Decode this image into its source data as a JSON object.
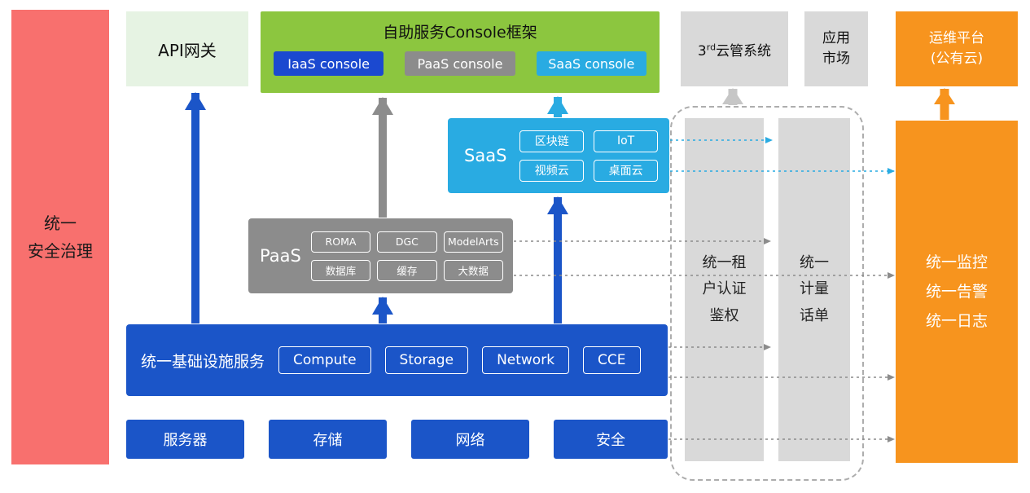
{
  "colors": {
    "security_red": "#F8706E",
    "api_gateway_green": "#E6F3E3",
    "console_green": "#8CC63F",
    "primary_blue": "#1B55C8",
    "iaas_button_blue": "#1B49D0",
    "saas_blue": "#29ABE2",
    "paas_gray": "#8C8C8C",
    "panel_gray": "#D9D9D9",
    "ops_orange": "#F7941E"
  },
  "security_bar": {
    "label": "统一\n安全治理"
  },
  "api_gateway": {
    "label": "API网关"
  },
  "console_framework": {
    "title": "自助服务Console框架",
    "consoles": [
      {
        "label": "IaaS console"
      },
      {
        "label": "PaaS console"
      },
      {
        "label": "SaaS console"
      }
    ]
  },
  "third_party_cloud": {
    "prefix": "3",
    "sup": "rd",
    "suffix": "云管系统"
  },
  "app_market": {
    "label": "应用\n市场"
  },
  "ops_platform": {
    "label": "运维平台\n(公有云)"
  },
  "saas": {
    "label": "SaaS",
    "chips": [
      "区块链",
      "IoT",
      "视频云",
      "桌面云"
    ]
  },
  "paas": {
    "label": "PaaS",
    "chips": [
      "ROMA",
      "DGC",
      "ModelArts",
      "数据库",
      "缓存",
      "大数据"
    ]
  },
  "infrastructure": {
    "label": "统一基础设施服务",
    "chips": [
      "Compute",
      "Storage",
      "Network",
      "CCE"
    ]
  },
  "hardware": {
    "items": [
      "服务器",
      "存储",
      "网络",
      "安全"
    ]
  },
  "tenant_auth_bar": {
    "label": "统一租\n户认证\n鉴权"
  },
  "metering_bar": {
    "label": "统一\n计量\n话单"
  },
  "monitoring_bar": {
    "label": "统一监控\n统一告警\n统一日志"
  }
}
